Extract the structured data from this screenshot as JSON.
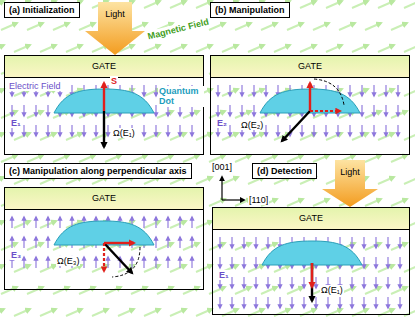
{
  "diagram": {
    "nodes": [
      {
        "text": [
          "(a) Initialization"
        ]
      },
      {
        "text": [
          "GATE"
        ],
        "in": 0
      },
      {
        "text": [
          "(b) Manipulation"
        ]
      },
      {
        "text": [
          "GATE"
        ],
        "in": 2
      },
      {
        "text": [
          "(c) Manipulation along perpendicular axis"
        ]
      },
      {
        "text": [
          "GATE"
        ],
        "in": 4
      },
      {
        "text": [
          "(d) Detection"
        ]
      },
      {
        "text": [
          "GATE"
        ],
        "in": 6
      }
    ],
    "labels": [
      "Light",
      "Magnetic Field",
      "Electric Field",
      "S",
      "Quantum Dot",
      "E₁",
      "Ω(E₁)",
      "E₂",
      "Ω(E₂)",
      "E₃",
      "Ω(E₃)",
      "[001]",
      "[110]",
      "Light",
      "E₁",
      "Ω(E₁)"
    ]
  }
}
